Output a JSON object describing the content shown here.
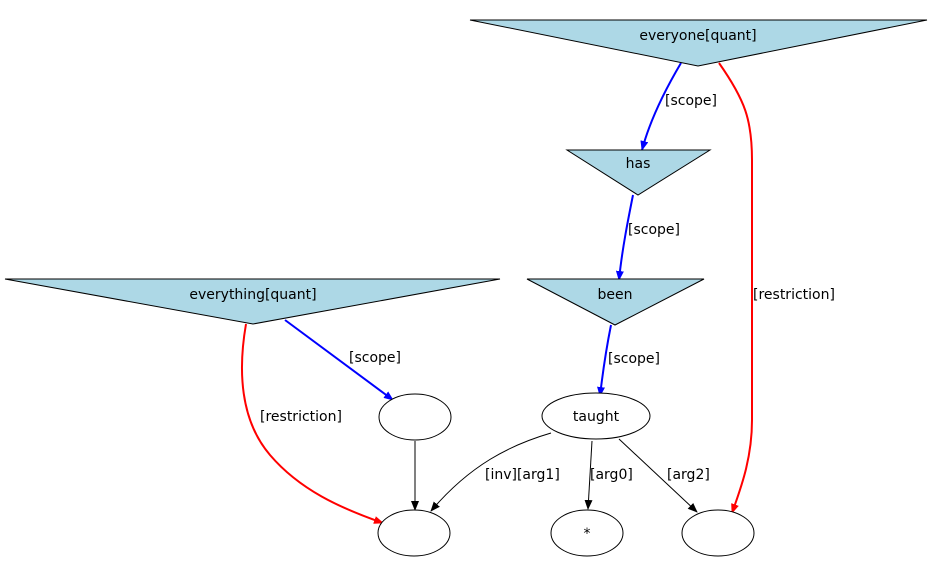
{
  "graph": {
    "colors": {
      "quant_fill": "#add8e6",
      "scope": "#0000ff",
      "restriction": "#ff0000",
      "arg": "#000000"
    },
    "nodes": {
      "everyone": {
        "label": "everyone[quant]",
        "shape": "inverted-triangle"
      },
      "has": {
        "label": "has",
        "shape": "inverted-triangle"
      },
      "been": {
        "label": "been",
        "shape": "inverted-triangle"
      },
      "everything": {
        "label": "everything[quant]",
        "shape": "inverted-triangle"
      },
      "taught": {
        "label": "taught",
        "shape": "ellipse"
      },
      "empty1": {
        "label": "",
        "shape": "ellipse"
      },
      "empty2": {
        "label": "",
        "shape": "ellipse"
      },
      "star": {
        "label": "*",
        "shape": "ellipse"
      },
      "empty3": {
        "label": "",
        "shape": "ellipse"
      }
    },
    "edges": [
      {
        "from": "everyone",
        "to": "has",
        "label": "[scope]",
        "type": "scope"
      },
      {
        "from": "everyone",
        "to": "empty3",
        "label": "[restriction]",
        "type": "restriction"
      },
      {
        "from": "has",
        "to": "been",
        "label": "[scope]",
        "type": "scope"
      },
      {
        "from": "been",
        "to": "taught",
        "label": "[scope]",
        "type": "scope"
      },
      {
        "from": "everything",
        "to": "empty1",
        "label": "[scope]",
        "type": "scope"
      },
      {
        "from": "everything",
        "to": "empty2",
        "label": "[restriction]",
        "type": "restriction"
      },
      {
        "from": "empty1",
        "to": "empty2",
        "label": "",
        "type": "arg"
      },
      {
        "from": "taught",
        "to": "empty2",
        "label": "[inv][arg1]",
        "type": "arg"
      },
      {
        "from": "taught",
        "to": "star",
        "label": "[arg0]",
        "type": "arg"
      },
      {
        "from": "taught",
        "to": "empty3",
        "label": "[arg2]",
        "type": "arg"
      }
    ]
  }
}
